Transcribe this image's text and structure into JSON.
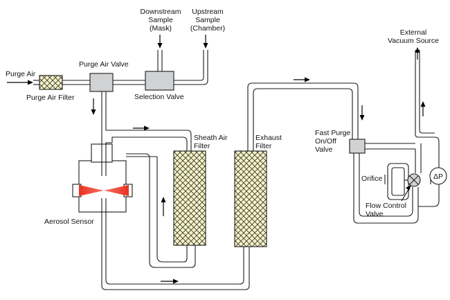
{
  "labels": {
    "purge_air": "Purge Air",
    "purge_air_filter": "Purge Air Filter",
    "purge_air_valve": "Purge Air Valve",
    "downstream_sample": [
      "Downstream",
      "Sample",
      "(Mask)"
    ],
    "upstream_sample": [
      "Upstream",
      "Sample",
      "(Chamber)"
    ],
    "selection_valve": "Selection Valve",
    "sheath_air_filter": [
      "Sheath Air",
      "Filter"
    ],
    "exhaust_filter": [
      "Exhaust",
      "Filter"
    ],
    "aerosol_sensor": "Aerosol Sensor",
    "fast_purge_valve": [
      "Fast Purge",
      "On/Off",
      "Valve"
    ],
    "external_vacuum_source": [
      "External",
      "Vacuum Source"
    ],
    "orifice": "Orifice",
    "flow_control_valve": [
      "Flow Control",
      "Valve"
    ],
    "delta_p": "ΔP"
  },
  "colors": {
    "valve_fill": "#d0d2d4",
    "filter_fill": "#f7f3c4",
    "laser": "#ee3a2a",
    "line": "#1a1a1a"
  }
}
